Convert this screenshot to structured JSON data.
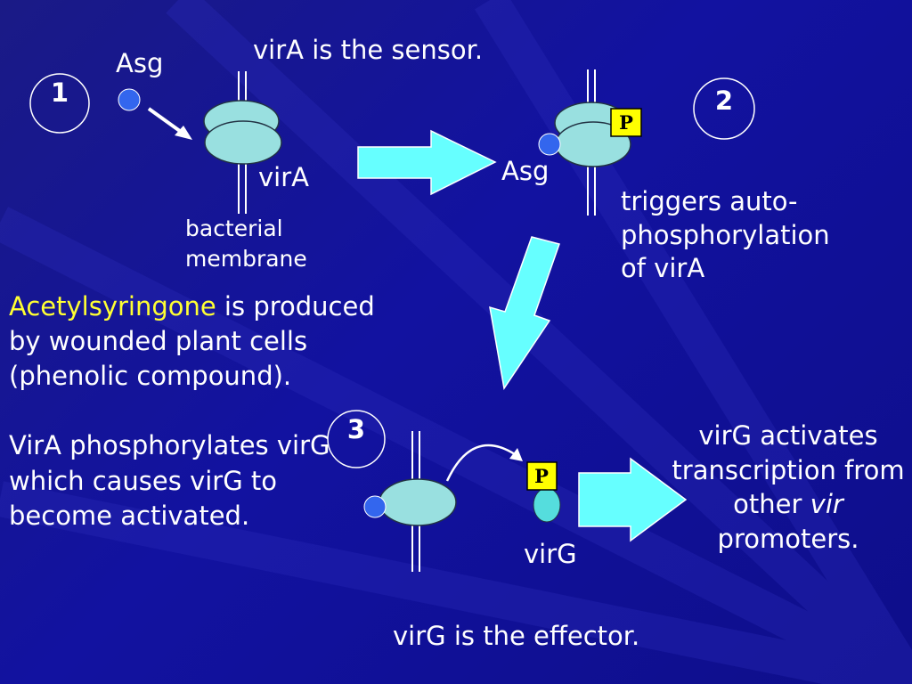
{
  "slide": {
    "steps": [
      "1",
      "2",
      "3"
    ],
    "sensor_caption": "virA is the sensor.",
    "asg_label": "Asg",
    "vira_label": "virA",
    "membrane_lines": [
      "bacterial",
      "membrane"
    ],
    "triggers_lines": [
      "triggers auto-",
      "phosphorylation",
      "of virA"
    ],
    "acetylsyringone_word": "Acetylsyringone",
    "acetylsyringone_rest": " is produced by wounded plant cells (phenolic compound).",
    "phosphorylates_text": "VirA phosphorylates virG which causes virG to become activated.",
    "virg_label": "virG",
    "virg_activates_before": "virG activates transcription from other ",
    "virg_activates_italic": "vir",
    "virg_activates_after": " promoters.",
    "effector_caption": "virG is the effector.",
    "phosphate_label": "P"
  },
  "colors": {
    "background": "#1515a0",
    "arrow_fill": "#66ffff",
    "protein_fill": "#99e0e0",
    "asg_dot": "#3366ee",
    "phosphate_fill": "#ffff00",
    "highlight_text": "#ffff33"
  }
}
